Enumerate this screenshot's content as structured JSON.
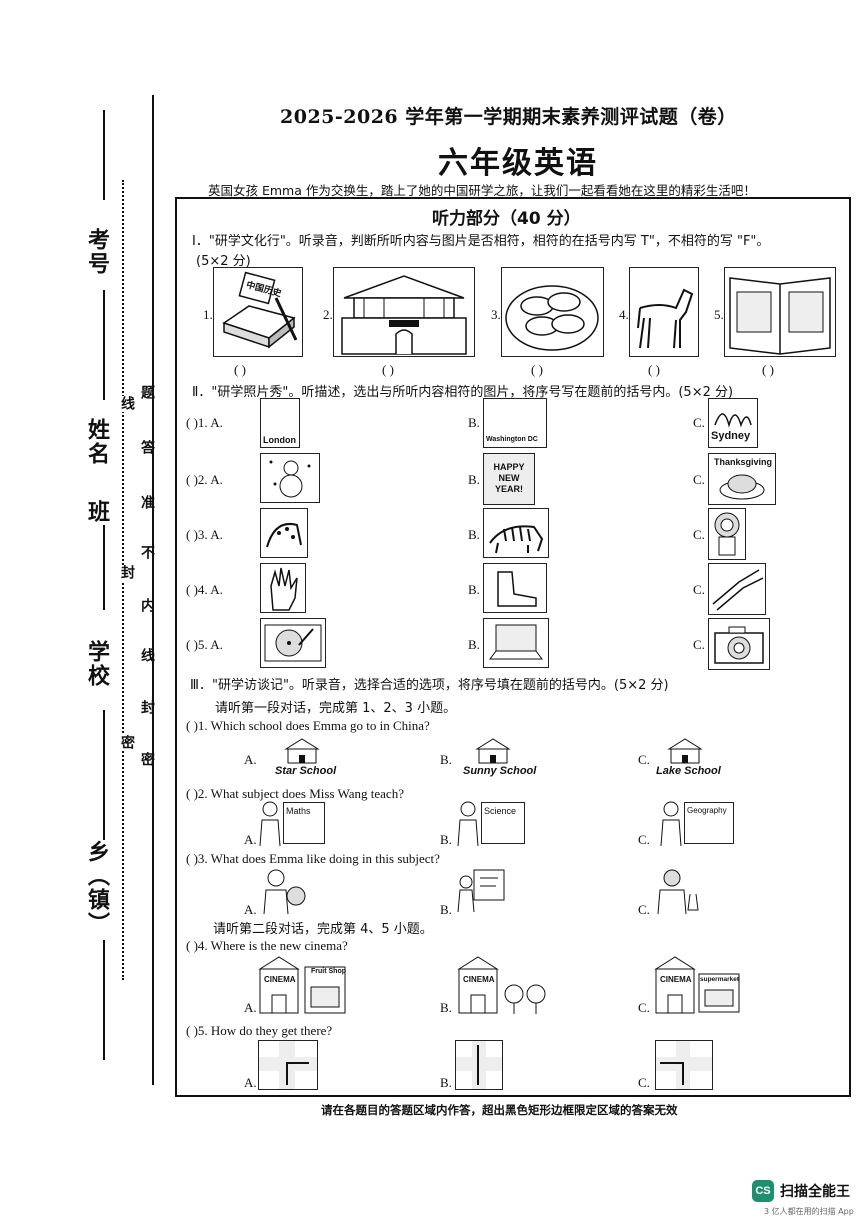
{
  "side": {
    "labels": [
      "考号",
      "姓名",
      "班",
      "学校",
      "乡（镇）"
    ],
    "seal_words": [
      "题",
      "答",
      "准",
      "不",
      "内",
      "线",
      "封",
      "密"
    ],
    "seal_bold": [
      "线",
      "封",
      "密"
    ]
  },
  "header": {
    "title": "2025-2026 学年第一学期期末素养测评试题（卷）",
    "subject": "六年级英语",
    "intro": "英国女孩 Emma 作为交换生，踏上了她的中国研学之旅，让我们一起看看她在这里的精彩生活吧！"
  },
  "listening": {
    "title": "听力部分（40 分）",
    "part1": {
      "instruction": "Ⅰ．\"研学文化行\"。听录音，判断所听内容与图片是否相符，相符的在括号内写 T\"，不相符的写 \"F\"。",
      "score": "(5×2 分)",
      "items": [
        {
          "num": "1.",
          "caption": "中国历史",
          "paren": "(     )"
        },
        {
          "num": "2.",
          "caption": "",
          "paren": "(     )"
        },
        {
          "num": "3.",
          "caption": "",
          "paren": "(     )"
        },
        {
          "num": "4.",
          "caption": "",
          "paren": "(     )"
        },
        {
          "num": "5.",
          "caption": "",
          "paren": "(     )"
        }
      ]
    },
    "part2": {
      "instruction": "Ⅱ．\"研学照片秀\"。听描述，选出与所听内容相符的图片，将序号写在题前的括号内。(5×2 分)",
      "rows": [
        {
          "num": "(      )1. A.",
          "a": "London",
          "b": "Washington DC",
          "c": "Sydney"
        },
        {
          "num": "(      )2. A.",
          "a": "",
          "b": "HAPPY NEW YEAR!",
          "c": "Thanksgiving"
        },
        {
          "num": "(      )3. A.",
          "a": "",
          "b": "",
          "c": ""
        },
        {
          "num": "(      )4. A.",
          "a": "",
          "b": "",
          "c": ""
        },
        {
          "num": "(      )5. A.",
          "a": "",
          "b": "",
          "c": ""
        }
      ],
      "b_label": "B.",
      "c_label": "C."
    },
    "part3": {
      "instruction": "Ⅲ．\"研学访谈记\"。听录音，选择合适的选项，将序号填在题前的括号内。(5×2 分)",
      "dialog1": "请听第一段对话，完成第 1、2、3 小题。",
      "dialog2": "请听第二段对话，完成第 4、5 小题。",
      "questions": [
        {
          "text": "(      )1. Which school does Emma go to in China?",
          "options": [
            "Star School",
            "Sunny School",
            "Lake School"
          ]
        },
        {
          "text": "(      )2. What subject does Miss Wang teach?",
          "options": [
            "Maths",
            "Science",
            "Geography"
          ]
        },
        {
          "text": "(      )3. What does Emma like doing in this subject?",
          "options": [
            "",
            "",
            ""
          ]
        },
        {
          "text": "(      )4. Where is the new cinema?",
          "options": [
            "CINEMA",
            "CINEMA",
            "CINEMA"
          ],
          "shops": [
            "Fruit Shop",
            "",
            "supermarket"
          ]
        },
        {
          "text": "(      )5. How do they get there?",
          "options": [
            "",
            "",
            ""
          ]
        }
      ],
      "letters": [
        "A.",
        "B.",
        "C."
      ]
    }
  },
  "footer": {
    "notice": "请在各题目的答题区域内作答，超出黑色矩形边框限定区域的答案无效"
  },
  "watermark": {
    "badge": "CS",
    "name": "扫描全能王",
    "tagline": "3 亿人都在用的扫描 App"
  }
}
